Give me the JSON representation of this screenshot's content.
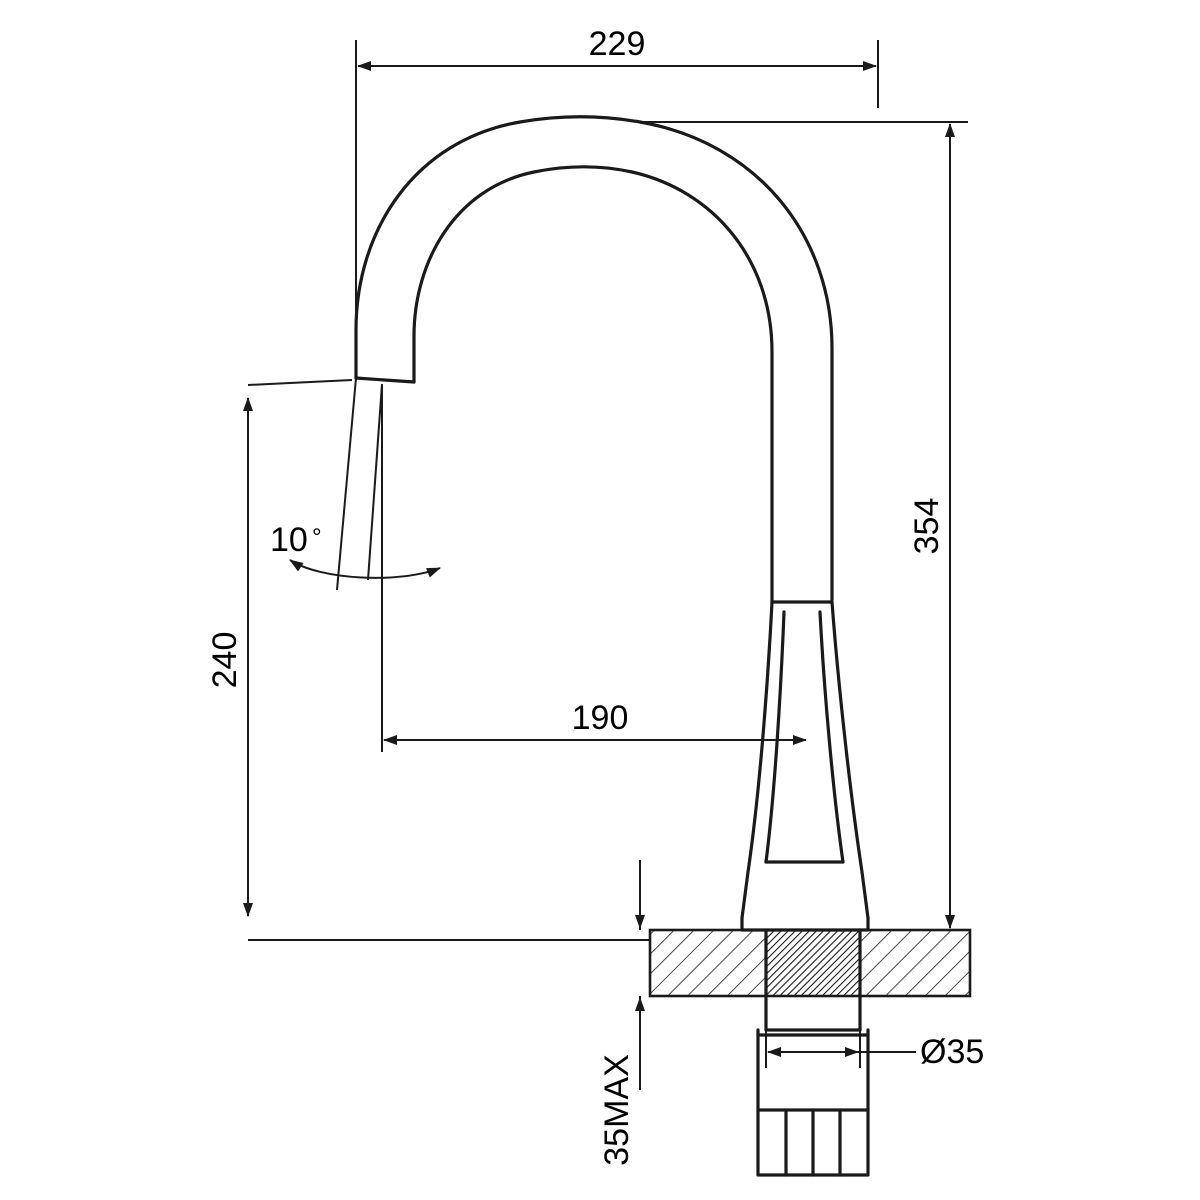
{
  "drawing": {
    "title": "kitchen-faucet-technical-drawing",
    "line_color": "#1a1a1a",
    "hatch_color": "#1a1a1a",
    "background": "#ffffff",
    "dimensions": {
      "width_top": "229",
      "height_total": "354",
      "height_spout": "240",
      "reach": "190",
      "angle": "10",
      "angle_unit": "°",
      "deck_thickness": "35MAX",
      "hole_diameter": "Ø35"
    }
  },
  "chart_data": {
    "type": "table",
    "title": "Faucet dimension callouts (mm)",
    "categories": [
      "229",
      "354",
      "240",
      "190",
      "10°",
      "35MAX",
      "Ø35"
    ],
    "values": [
      229,
      354,
      240,
      190,
      10,
      35,
      35
    ]
  }
}
